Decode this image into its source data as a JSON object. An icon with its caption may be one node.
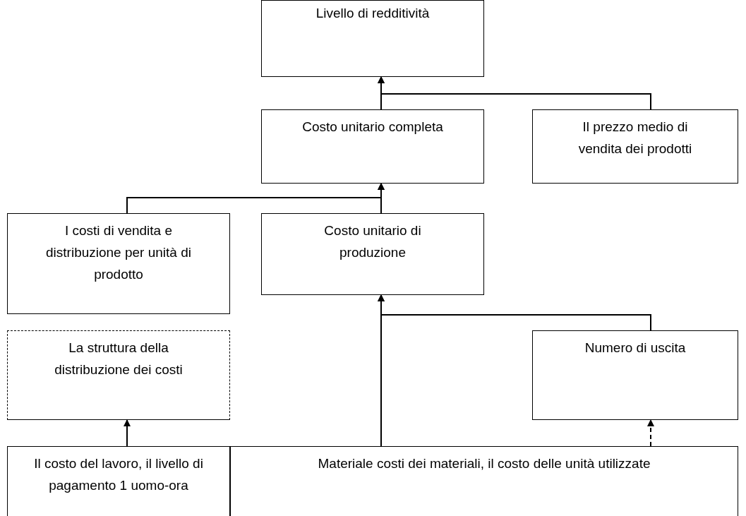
{
  "diagram": {
    "nodes": [
      {
        "text": [
          "Livello di redditività"
        ]
      },
      {
        "text": [
          "Costo unitario completa"
        ]
      },
      {
        "text": [
          "Il prezzo medio di vendita dei prodotti"
        ]
      },
      {
        "text": [
          "I costi di vendita e distribuzione per unità di prodotto"
        ]
      },
      {
        "text": [
          "Costo unitario di produzione"
        ]
      },
      {
        "text": [
          "La struttura della distribuzione dei costi"
        ]
      },
      {
        "text": [
          "Numero di uscita"
        ]
      },
      {
        "text": [
          "Il costo del lavoro, il livello di pagamento 1 uomo-ora"
        ]
      },
      {
        "text": [
          "Materiale costi dei materiali, il costo delle unità utilizzate"
        ]
      }
    ],
    "edges": [
      {
        "from": 1,
        "to": 0,
        "arrow": "to"
      },
      {
        "from": 2,
        "to": 0,
        "arrow": "to"
      },
      {
        "from": 3,
        "to": 1,
        "arrow": "to"
      },
      {
        "from": 4,
        "to": 1,
        "arrow": "to"
      },
      {
        "from": 8,
        "to": 4,
        "arrow": "to"
      },
      {
        "from": 6,
        "to": 4,
        "arrow": "to"
      },
      {
        "from": 7,
        "to": 5,
        "arrow": "to"
      },
      {
        "from": 8,
        "to": 6,
        "arrow": "to",
        "style": "dashed"
      }
    ]
  }
}
